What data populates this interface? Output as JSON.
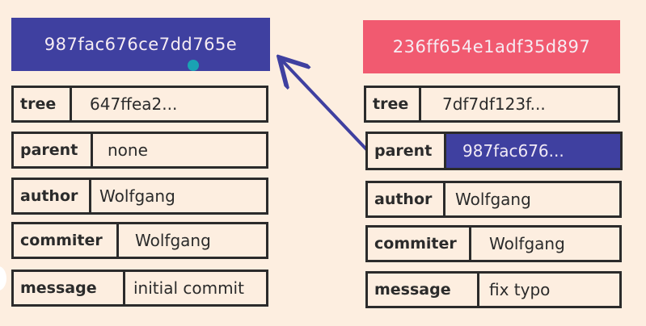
{
  "colors": {
    "background": "#fdeee0",
    "commit1_hash_bg": "#3f40a0",
    "commit2_hash_bg": "#f15a70",
    "border": "#2b2b2b",
    "arrow": "#3f40a0",
    "highlight": "#3f40a0"
  },
  "commit1": {
    "hash": "987fac676ce7dd765e",
    "tree_key": "tree",
    "tree_value": "647ffea2...",
    "parent_key": "parent",
    "parent_value": "none",
    "author_key": "author",
    "author_value": "Wolfgang",
    "commiter_key": "commiter",
    "commiter_value": "Wolfgang",
    "message_key": "message",
    "message_value": "initial commit"
  },
  "commit2": {
    "hash": "236ff654e1adf35d897",
    "tree_key": "tree",
    "tree_value": "7df7df123f...",
    "parent_key": "parent",
    "parent_value": "987fac676...",
    "author_key": "author",
    "author_value": "Wolfgang",
    "commiter_key": "commiter",
    "commiter_value": "Wolfgang",
    "message_key": "message",
    "message_value": "fix typo"
  }
}
